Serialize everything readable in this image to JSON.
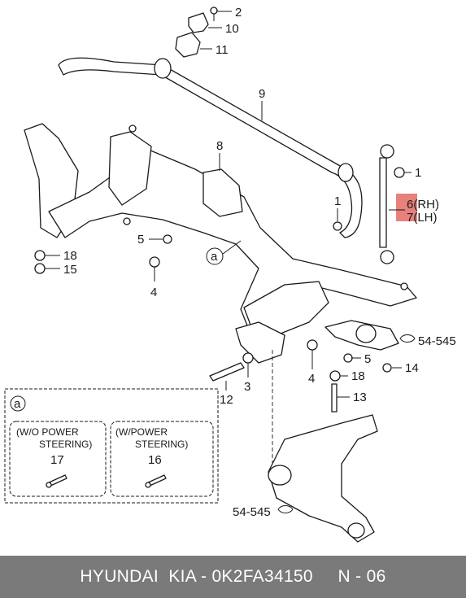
{
  "callouts": {
    "c2": "2",
    "c10": "10",
    "c11": "11",
    "c9": "9",
    "c8": "8",
    "c1_top": "1",
    "c1_mid": "1",
    "c6": "6(RH)",
    "c7": "7(LH)",
    "c5_left": "5",
    "c18_left": "18",
    "c15": "15",
    "c4_left": "4",
    "c_a": "a",
    "c54545_right": "54-545",
    "c5_right": "5",
    "c14": "14",
    "c18_right": "18",
    "c13": "13",
    "c4_right": "4",
    "c3": "3",
    "c12": "12",
    "c54545_bottom": "54-545"
  },
  "inset": {
    "marker": "a",
    "left_panel_line1": "(W/O POWER",
    "left_panel_line2": "STEERING)",
    "left_panel_part": "17",
    "right_panel_line1": "(W/POWER",
    "right_panel_line2": "STEERING)",
    "right_panel_part": "16"
  },
  "footer": {
    "text": "HYUNDAI  KIA - 0K2FA34150     N - 06"
  },
  "colors": {
    "footer_bg": "#7a7a7a",
    "highlight": "#e8807c"
  }
}
